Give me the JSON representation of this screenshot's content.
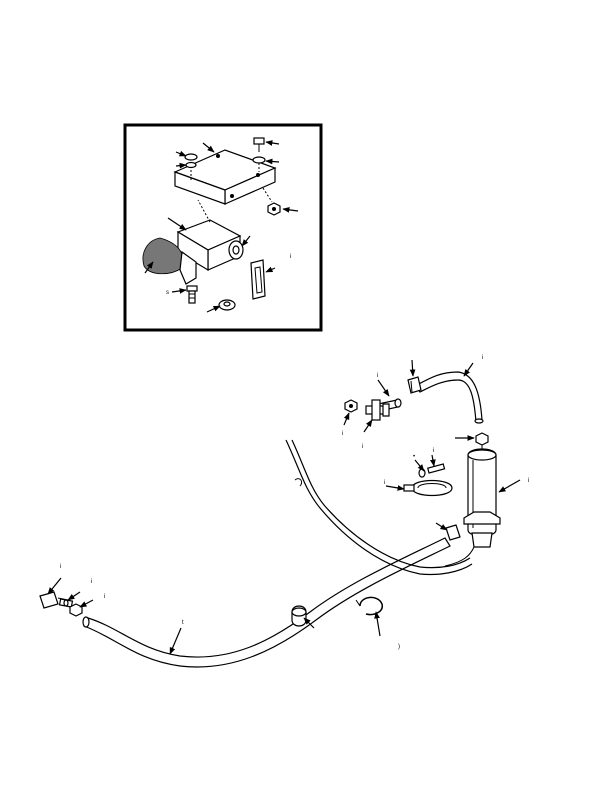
{
  "figure": {
    "detail_box": {
      "present": true
    },
    "callouts": [
      {
        "id": "c-top-right-hose",
        "text": "i"
      },
      {
        "id": "c-top-clamp",
        "text": ""
      },
      {
        "id": "c-fitting-1",
        "text": "i"
      },
      {
        "id": "c-fitting-2",
        "text": "i"
      },
      {
        "id": "c-fitting-3",
        "text": "i"
      },
      {
        "id": "c-screw",
        "text": "i"
      },
      {
        "id": "c-nut",
        "text": "•"
      },
      {
        "id": "c-filter",
        "text": "i"
      },
      {
        "id": "c-clamp-mid",
        "text": "i"
      },
      {
        "id": "c-clip",
        "text": ")"
      },
      {
        "id": "c-left-1",
        "text": "i"
      },
      {
        "id": "c-left-2",
        "text": "i"
      },
      {
        "id": "c-left-3",
        "text": "i"
      },
      {
        "id": "c-hose-long",
        "text": "t"
      },
      {
        "id": "c-detail-bracket",
        "text": "i"
      },
      {
        "id": "c-detail-bolt",
        "text": "s"
      }
    ]
  }
}
